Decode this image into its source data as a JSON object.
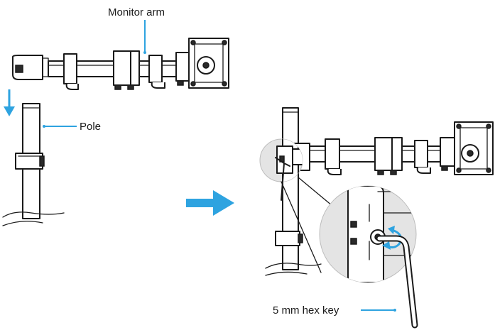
{
  "labels": {
    "monitor_arm": "Monitor arm",
    "pole": "Pole",
    "hex_key": "5 mm hex key"
  },
  "colors": {
    "accent_blue": "#2ea3e0",
    "callout_bg": "#e4e4e4",
    "line": "#1a1a1a"
  },
  "icons": {
    "down_arrow": "down-arrow-icon",
    "right_arrow": "right-arrow-icon",
    "rotate": "rotate-arrow-icon"
  }
}
